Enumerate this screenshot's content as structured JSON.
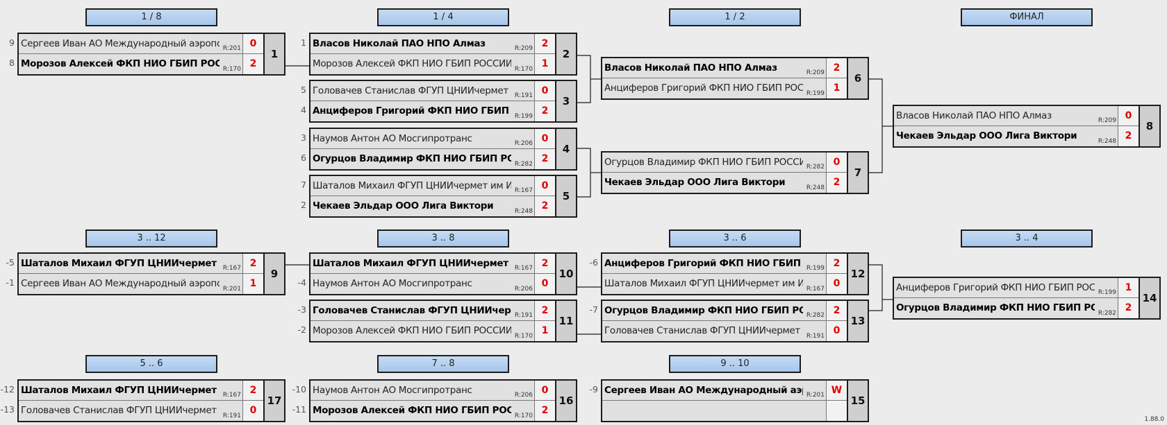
{
  "headers": [
    {
      "id": "h18",
      "label": "1 / 8"
    },
    {
      "id": "h14",
      "label": "1 / 4"
    },
    {
      "id": "h12",
      "label": "1 / 2"
    },
    {
      "id": "hfinal",
      "label": "ФИНАЛ"
    },
    {
      "id": "h312",
      "label": "3 .. 12"
    },
    {
      "id": "h38",
      "label": "3 .. 8"
    },
    {
      "id": "h36",
      "label": "3 .. 6"
    },
    {
      "id": "h34",
      "label": "3 .. 4"
    },
    {
      "id": "h56",
      "label": "5 .. 6"
    },
    {
      "id": "h78",
      "label": "7 .. 8"
    },
    {
      "id": "h910",
      "label": "9 .. 10"
    }
  ],
  "matches": [
    {
      "num": "1",
      "p1": {
        "seed": "9",
        "name": "Сергеев Иван АО Международный аэропорт",
        "rating": "R:201",
        "score": "0",
        "win": false
      },
      "p2": {
        "seed": "8",
        "name": "Морозов Алексей ФКП НИО ГБИП РОССИИ",
        "rating": "R:170",
        "score": "2",
        "win": true
      }
    },
    {
      "num": "2",
      "p1": {
        "seed": "1",
        "name": "Власов Николай ПАО НПО Алмаз",
        "rating": "R:209",
        "score": "2",
        "win": true
      },
      "p2": {
        "seed": "",
        "name": "Морозов Алексей ФКП НИО ГБИП РОССИИ",
        "rating": "R:170",
        "score": "1",
        "win": false
      }
    },
    {
      "num": "3",
      "p1": {
        "seed": "5",
        "name": "Головачев Станислав  ФГУП ЦНИИчермет им И.П.",
        "rating": "R:191",
        "score": "0",
        "win": false
      },
      "p2": {
        "seed": "4",
        "name": "Анциферов Григорий ФКП НИО ГБИП РОССИИ",
        "rating": "R:199",
        "score": "2",
        "win": true
      }
    },
    {
      "num": "4",
      "p1": {
        "seed": "3",
        "name": "Наумов Антон АО Мосгипротранс",
        "rating": "R:206",
        "score": "0",
        "win": false
      },
      "p2": {
        "seed": "6",
        "name": "Огурцов Владимир ФКП НИО ГБИП РОССИИ",
        "rating": "R:282",
        "score": "2",
        "win": true
      }
    },
    {
      "num": "5",
      "p1": {
        "seed": "7",
        "name": "Шаталов Михаил  ФГУП ЦНИИчермет им И.П.",
        "rating": "R:167",
        "score": "0",
        "win": false
      },
      "p2": {
        "seed": "2",
        "name": "Чекаев Эльдар ООО Лига Виктори",
        "rating": "R:248",
        "score": "2",
        "win": true
      }
    },
    {
      "num": "6",
      "p1": {
        "seed": "",
        "name": "Власов Николай ПАО НПО Алмаз",
        "rating": "R:209",
        "score": "2",
        "win": true
      },
      "p2": {
        "seed": "",
        "name": "Анциферов Григорий ФКП НИО ГБИП РОССИИ",
        "rating": "R:199",
        "score": "1",
        "win": false
      }
    },
    {
      "num": "7",
      "p1": {
        "seed": "",
        "name": "Огурцов Владимир ФКП НИО ГБИП РОССИИ",
        "rating": "R:282",
        "score": "0",
        "win": false
      },
      "p2": {
        "seed": "",
        "name": "Чекаев Эльдар ООО Лига Виктори",
        "rating": "R:248",
        "score": "2",
        "win": true
      }
    },
    {
      "num": "8",
      "p1": {
        "seed": "",
        "name": "Власов Николай ПАО НПО Алмаз",
        "rating": "R:209",
        "score": "0",
        "win": false
      },
      "p2": {
        "seed": "",
        "name": "Чекаев Эльдар ООО Лига Виктори",
        "rating": "R:248",
        "score": "2",
        "win": true
      }
    },
    {
      "num": "9",
      "p1": {
        "seed": "-5",
        "name": "Шаталов Михаил  ФГУП ЦНИИчермет им И.П.",
        "rating": "R:167",
        "score": "2",
        "win": true
      },
      "p2": {
        "seed": "-1",
        "name": "Сергеев Иван АО Международный аэропорт",
        "rating": "R:201",
        "score": "1",
        "win": false
      }
    },
    {
      "num": "10",
      "p1": {
        "seed": "",
        "name": "Шаталов Михаил  ФГУП ЦНИИчермет им И.П.",
        "rating": "R:167",
        "score": "2",
        "win": true
      },
      "p2": {
        "seed": "-4",
        "name": "Наумов Антон АО Мосгипротранс",
        "rating": "R:206",
        "score": "0",
        "win": false
      }
    },
    {
      "num": "11",
      "p1": {
        "seed": "-3",
        "name": "Головачев Станислав  ФГУП ЦНИИчермет им И.П.",
        "rating": "R:191",
        "score": "2",
        "win": true
      },
      "p2": {
        "seed": "-2",
        "name": "Морозов Алексей ФКП НИО ГБИП РОССИИ",
        "rating": "R:170",
        "score": "1",
        "win": false
      }
    },
    {
      "num": "12",
      "p1": {
        "seed": "-6",
        "name": "Анциферов Григорий ФКП НИО ГБИП РОССИИ",
        "rating": "R:199",
        "score": "2",
        "win": true
      },
      "p2": {
        "seed": "",
        "name": "Шаталов Михаил  ФГУП ЦНИИчермет им И.П.",
        "rating": "R:167",
        "score": "0",
        "win": false
      }
    },
    {
      "num": "13",
      "p1": {
        "seed": "-7",
        "name": "Огурцов Владимир ФКП НИО ГБИП РОССИИ",
        "rating": "R:282",
        "score": "2",
        "win": true
      },
      "p2": {
        "seed": "",
        "name": "Головачев Станислав  ФГУП ЦНИИчермет им И.П.",
        "rating": "R:191",
        "score": "0",
        "win": false
      }
    },
    {
      "num": "14",
      "p1": {
        "seed": "",
        "name": "Анциферов Григорий ФКП НИО ГБИП РОССИИ",
        "rating": "R:199",
        "score": "1",
        "win": false
      },
      "p2": {
        "seed": "",
        "name": "Огурцов Владимир ФКП НИО ГБИП РОССИИ",
        "rating": "R:282",
        "score": "2",
        "win": true
      }
    },
    {
      "num": "15",
      "p1": {
        "seed": "-9",
        "name": "Сергеев Иван АО Международный аэропорт",
        "rating": "R:201",
        "score": "W",
        "win": true
      },
      "p2": {
        "seed": "",
        "name": "",
        "rating": "",
        "score": "",
        "win": false
      }
    },
    {
      "num": "16",
      "p1": {
        "seed": "-10",
        "name": "Наумов Антон АО Мосгипротранс",
        "rating": "R:206",
        "score": "0",
        "win": false
      },
      "p2": {
        "seed": "-11",
        "name": "Морозов Алексей ФКП НИО ГБИП РОССИИ",
        "rating": "R:170",
        "score": "2",
        "win": true
      }
    },
    {
      "num": "17",
      "p1": {
        "seed": "-12",
        "name": "Шаталов Михаил  ФГУП ЦНИИчермет им И.П.",
        "rating": "R:167",
        "score": "2",
        "win": true
      },
      "p2": {
        "seed": "-13",
        "name": "Головачев Станислав  ФГУП ЦНИИчермет им И.П.",
        "rating": "R:191",
        "score": "0",
        "win": false
      }
    }
  ],
  "version": "1.88.0"
}
